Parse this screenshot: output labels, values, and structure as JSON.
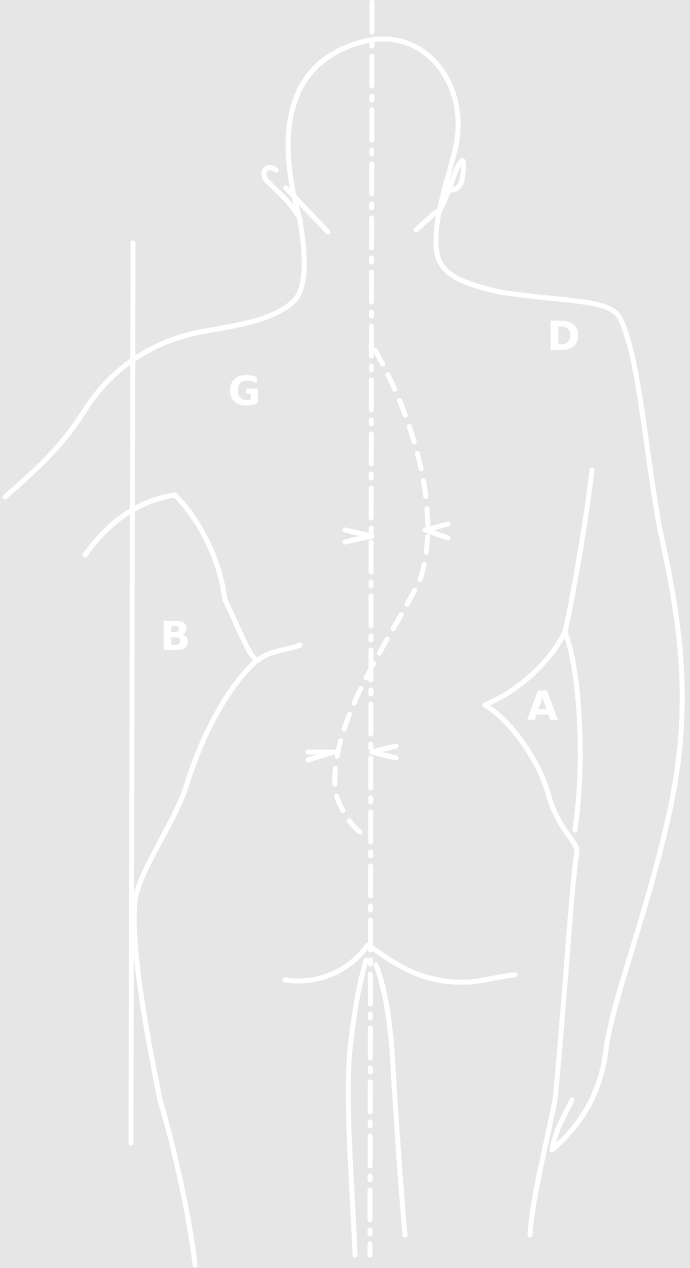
{
  "diagram": {
    "labels": {
      "g": "G",
      "d": "D",
      "b": "B",
      "a": "A"
    },
    "colors": {
      "background": "#e6e6e6",
      "line": "#ffffff"
    }
  }
}
